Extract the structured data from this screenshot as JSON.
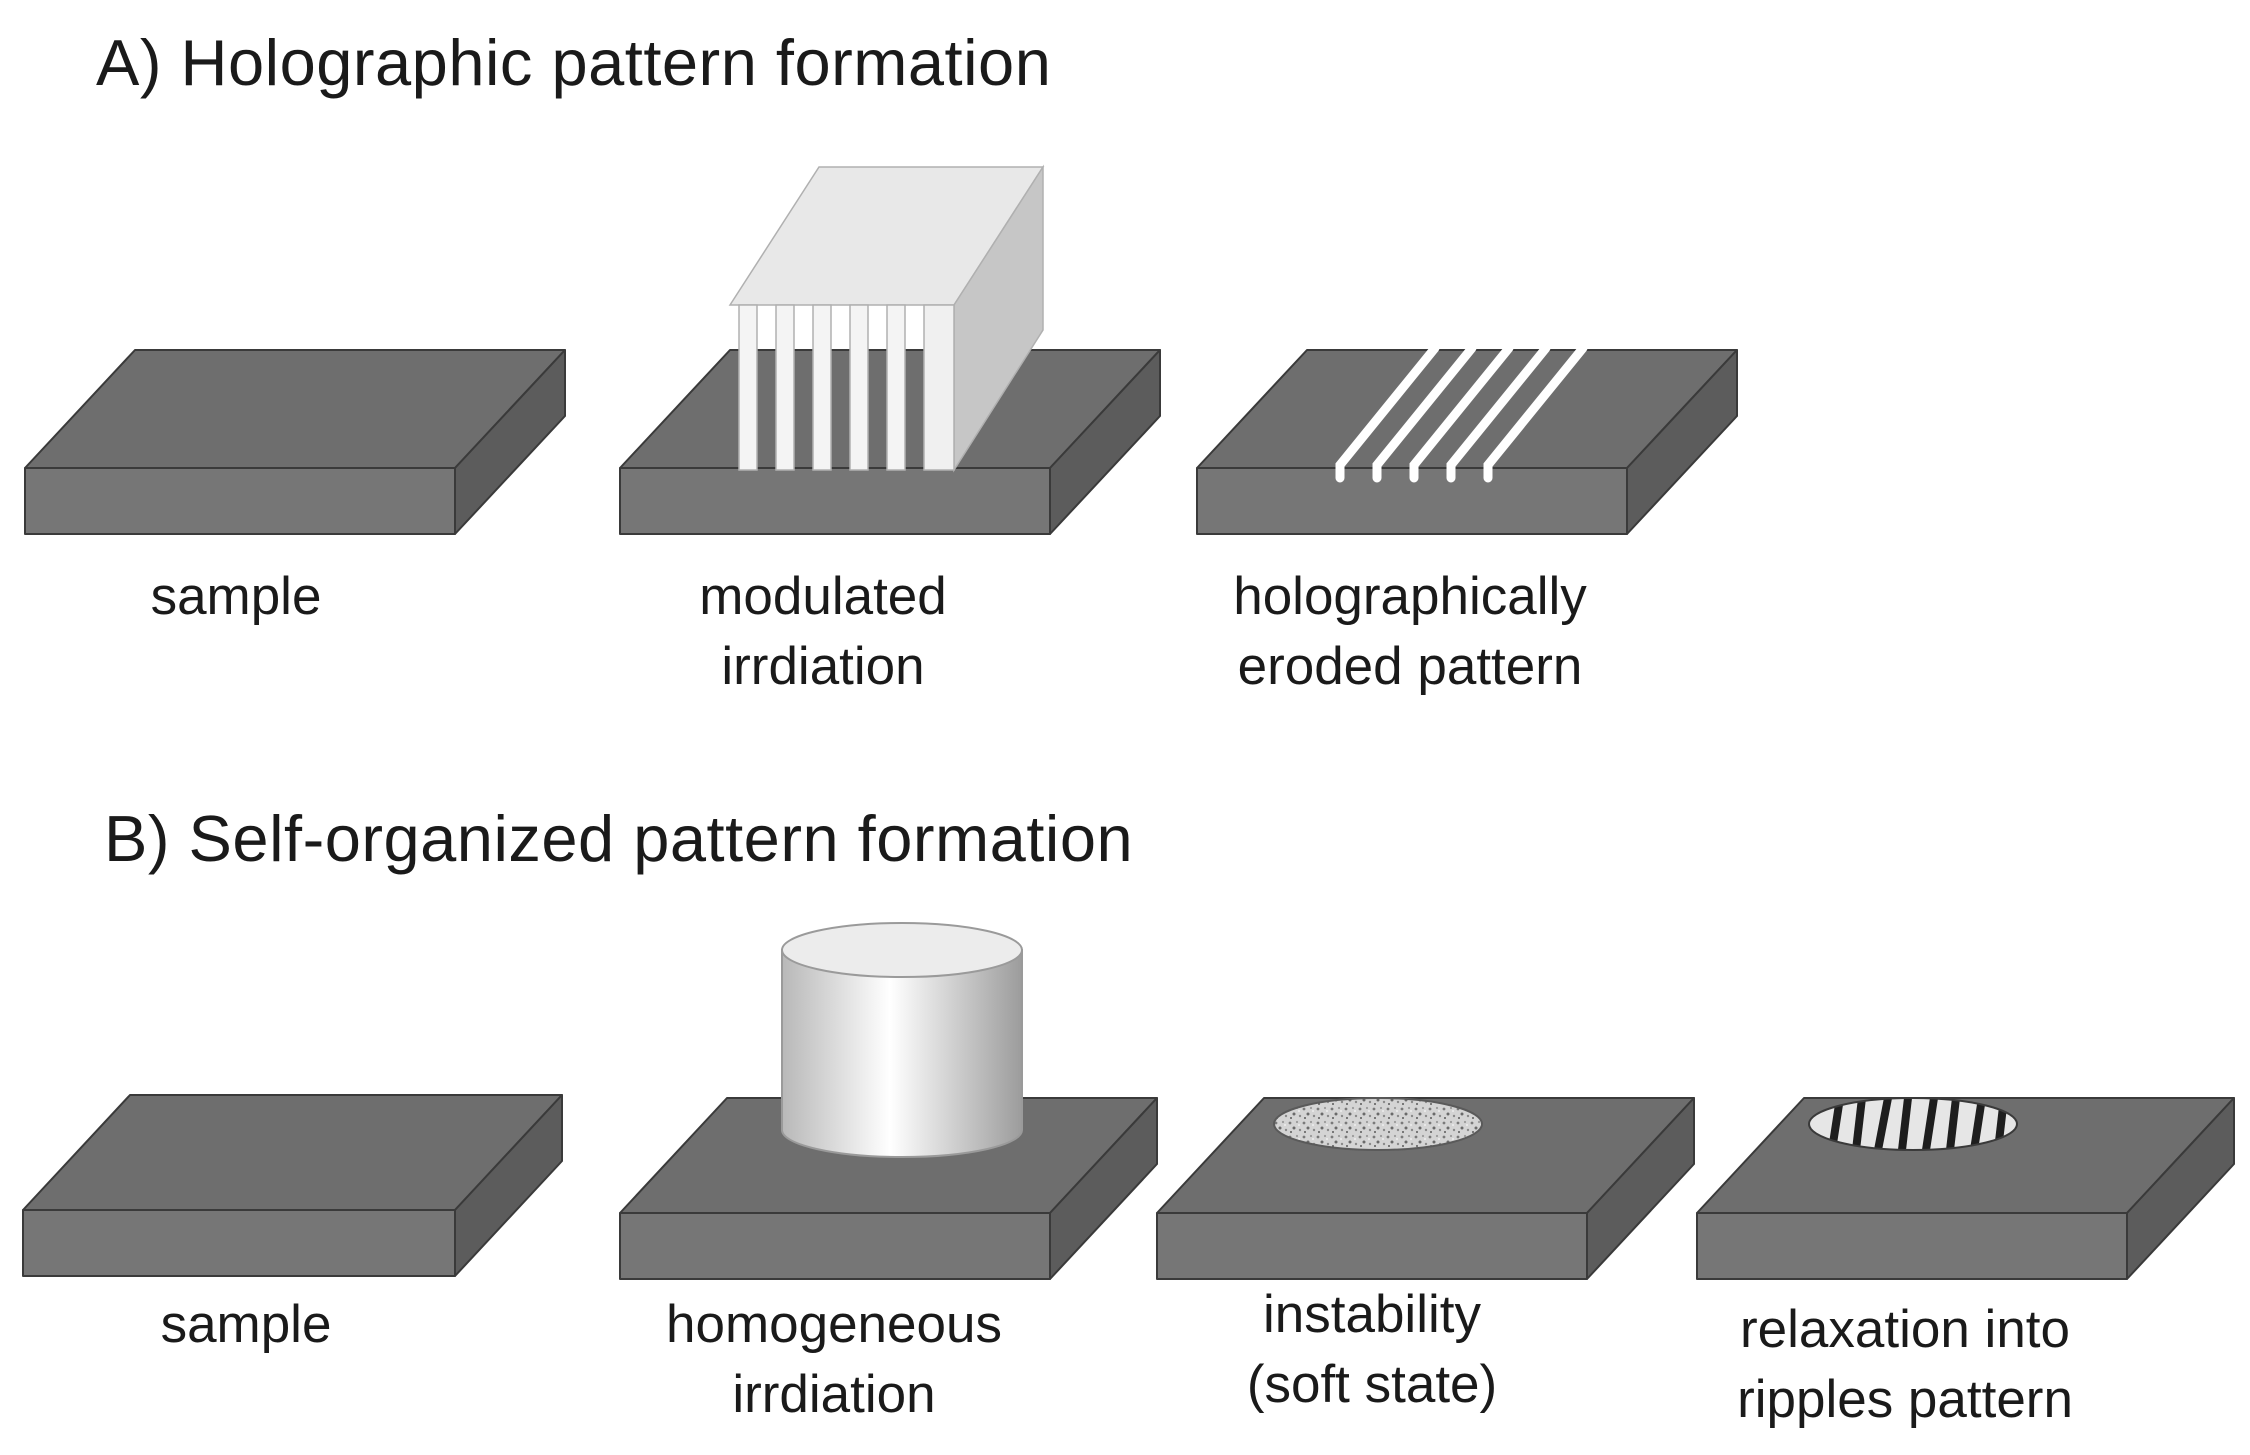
{
  "section_a": {
    "heading": "A) Holographic pattern formation",
    "steps": [
      {
        "caption": [
          "sample"
        ]
      },
      {
        "caption": [
          "modulated",
          "irrdiation"
        ]
      },
      {
        "caption": [
          "holographically",
          "eroded pattern"
        ]
      }
    ]
  },
  "section_b": {
    "heading": "B) Self-organized pattern formation",
    "steps": [
      {
        "caption": [
          "sample"
        ]
      },
      {
        "caption": [
          "homogeneous",
          "irrdiation"
        ]
      },
      {
        "caption": [
          "instability",
          "(soft state)"
        ]
      },
      {
        "caption": [
          "relaxation into",
          "ripples pattern"
        ]
      }
    ]
  },
  "colors": {
    "slab_top": "#6e6e6e",
    "slab_front": "#767676",
    "slab_side": "#5c5c5c",
    "edge": "#3a3a3a",
    "beam_light": "#f0f0f0",
    "beam_shadow": "#c4c4c4"
  }
}
